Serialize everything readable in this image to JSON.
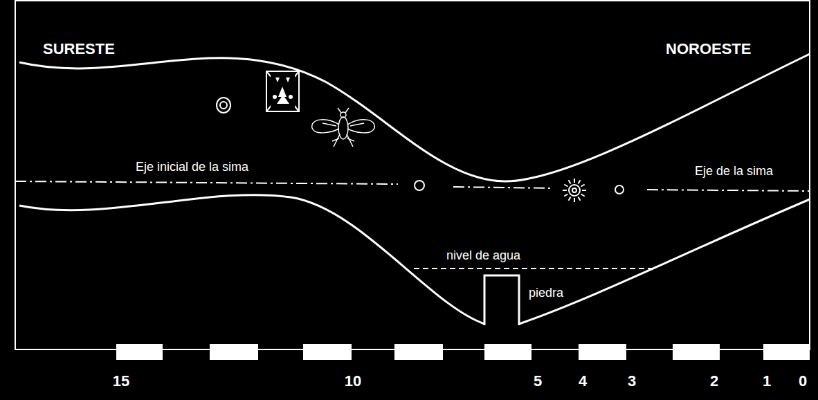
{
  "diagram": {
    "labels": [
      "SURESTE",
      "NOROESTE",
      "Eje inicial de la sima",
      "Eje de la sima",
      "nivel de agua",
      "piedra",
      "15",
      "10",
      "5",
      "4",
      "3",
      "2",
      "1",
      "0"
    ]
  }
}
